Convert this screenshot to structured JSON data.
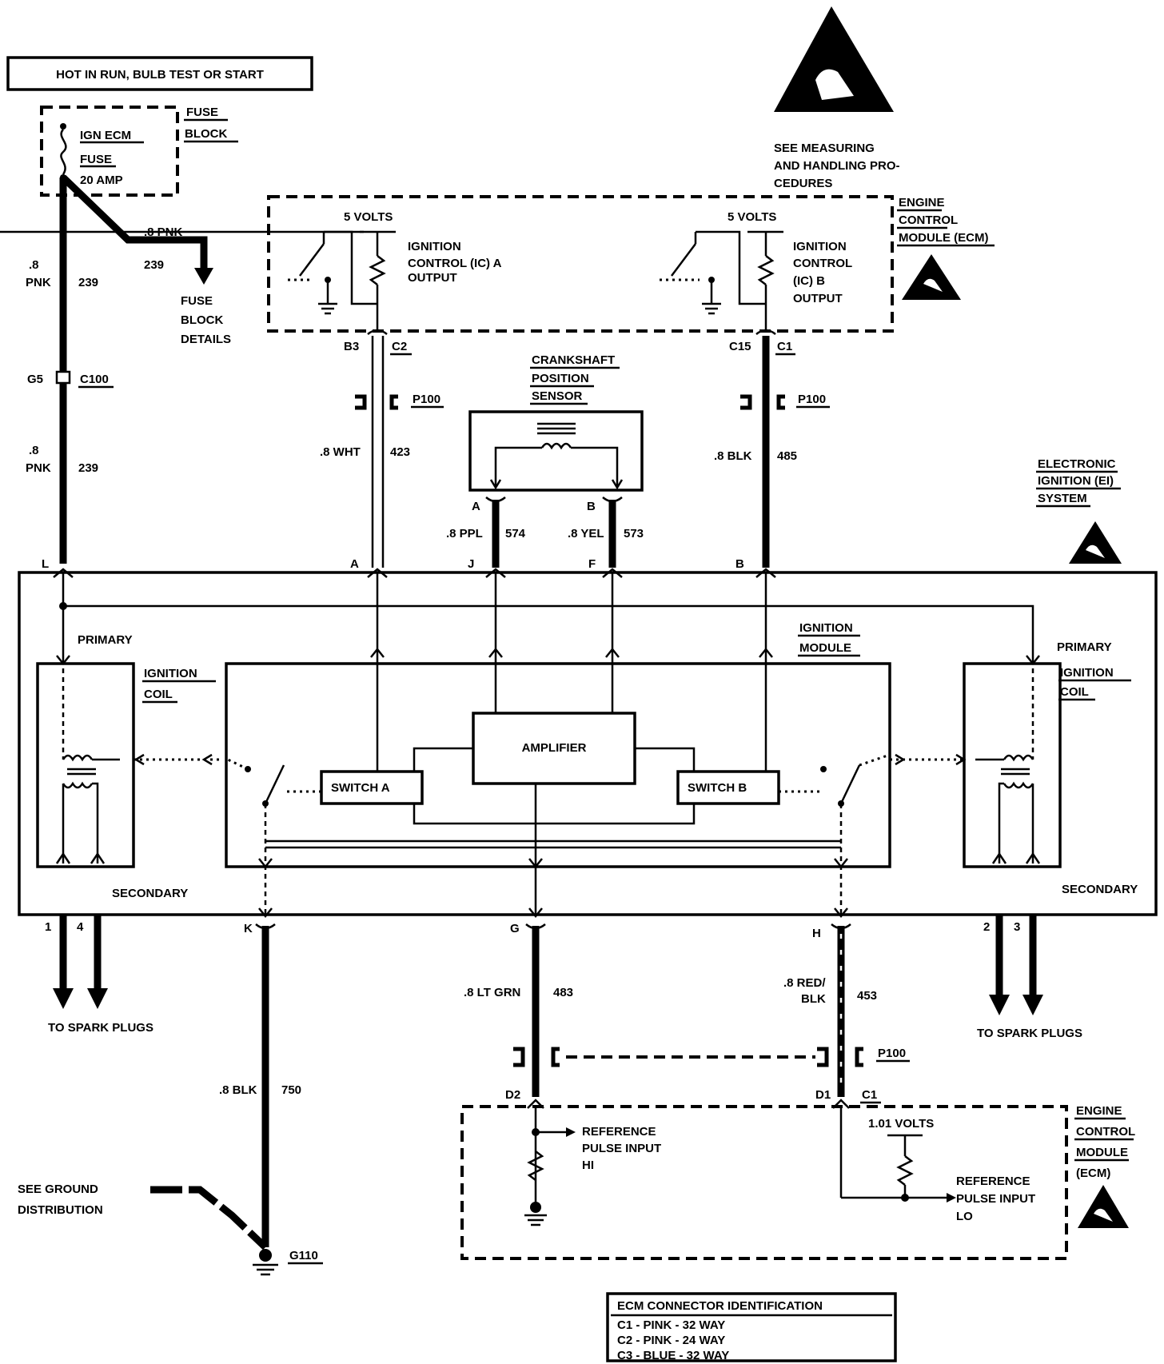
{
  "header": {
    "title": "HOT IN RUN, BULB TEST OR START"
  },
  "fuse_block": {
    "title_line1": "FUSE",
    "title_line2": "BLOCK",
    "fuse_name": "IGN ECM",
    "fuse_label": "FUSE",
    "fuse_rating": "20 AMP",
    "branch_gauge": ".8 PNK",
    "branch_circuit": "239",
    "details_line1": "FUSE",
    "details_line2": "BLOCK",
    "details_line3": "DETAILS"
  },
  "esd_notice": {
    "line1": "SEE MEASURING",
    "line2": "AND HANDLING PRO-",
    "line3": "CEDURES"
  },
  "ecm_top": {
    "title_line1": "ENGINE",
    "title_line2": "CONTROL",
    "title_line3": "MODULE (ECM)",
    "left_voltage": "5 VOLTS",
    "right_voltage": "5 VOLTS",
    "left_output_line1": "IGNITION",
    "left_output_line2": "CONTROL (IC) A",
    "left_output_line3": "OUTPUT",
    "right_output_line1": "IGNITION",
    "right_output_line2": "CONTROL",
    "right_output_line3": "(IC) B",
    "right_output_line4": "OUTPUT",
    "left_pin": "B3",
    "left_connector": "C2",
    "right_pin": "C15",
    "right_connector": "C1"
  },
  "wires": {
    "pnk_gauge": ".8",
    "pnk_color": "PNK",
    "pnk_circuit": "239",
    "pnk2_gauge": ".8",
    "pnk2_color": "PNK",
    "pnk2_circuit": "239",
    "g5": "G5",
    "c100": "C100",
    "p100_left": "P100",
    "p100_right": "P100",
    "p100_bottom": "P100",
    "wht_label": ".8 WHT",
    "wht_circuit": "423",
    "blk_label": ".8 BLK",
    "blk_circuit": "485",
    "ppl_label": ".8 PPL",
    "ppl_circuit": "574",
    "yel_label": ".8 YEL",
    "yel_circuit": "573",
    "ltgrn_label": ".8 LT GRN",
    "ltgrn_circuit": "483",
    "redblk_line1": ".8 RED/",
    "redblk_line2": "BLK",
    "redblk_circuit": "453",
    "blk750_label": ".8 BLK",
    "blk750_circuit": "750"
  },
  "sensor": {
    "line1": "CRANKSHAFT",
    "line2": "POSITION",
    "line3": "SENSOR",
    "pin_a": "A",
    "pin_b": "B"
  },
  "ei_system": {
    "line1": "ELECTRONIC",
    "line2": "IGNITION (EI)",
    "line3": "SYSTEM"
  },
  "terminals": {
    "L": "L",
    "A": "A",
    "J": "J",
    "F": "F",
    "B": "B",
    "K": "K",
    "G": "G",
    "H": "H"
  },
  "ignition_module": {
    "line1": "IGNITION",
    "line2": "MODULE",
    "amplifier": "AMPLIFIER",
    "switch_a": "SWITCH A",
    "switch_b": "SWITCH B"
  },
  "left_coil": {
    "primary": "PRIMARY",
    "name_line1": "IGNITION",
    "name_line2": "COIL",
    "secondary": "SECONDARY"
  },
  "right_coil": {
    "primary": "PRIMARY",
    "name_line1": "IGNITION",
    "name_line2": "COIL",
    "secondary": "SECONDARY"
  },
  "spark_plugs": {
    "left_pin1": "1",
    "left_pin2": "4",
    "left_label": "TO SPARK PLUGS",
    "right_pin1": "2",
    "right_pin2": "3",
    "right_label": "TO SPARK PLUGS"
  },
  "ground": {
    "line1": "SEE GROUND",
    "line2": "DISTRIBUTION",
    "id": "G110"
  },
  "ecm_bottom": {
    "title_line1": "ENGINE",
    "title_line2": "CONTROL",
    "title_line3": "MODULE",
    "title_line4": "(ECM)",
    "pin_left": "D2",
    "pin_right": "D1",
    "connector": "C1",
    "ref_hi_line1": "REFERENCE",
    "ref_hi_line2": "PULSE INPUT",
    "ref_hi_line3": "HI",
    "voltage": "1.01 VOLTS",
    "ref_lo_line1": "REFERENCE",
    "ref_lo_line2": "PULSE INPUT",
    "ref_lo_line3": "LO"
  },
  "legend": {
    "title": "ECM CONNECTOR IDENTIFICATION",
    "row1": "C1 - PINK - 32 WAY",
    "row2": "C2 - PINK - 24 WAY",
    "row3": "C3 - BLUE - 32 WAY"
  }
}
